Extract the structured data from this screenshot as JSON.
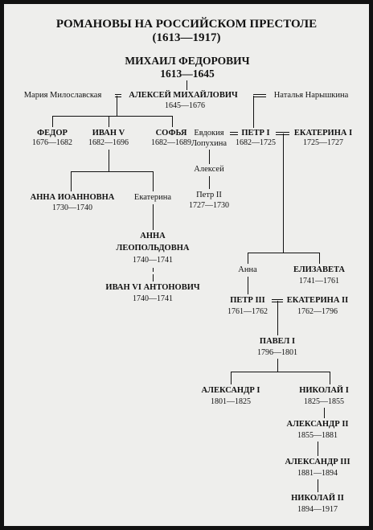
{
  "title": {
    "line1": "РОМАНОВЫ НА РОССИЙСКОМ ПРЕСТОЛЕ",
    "line2": "(1613—1917)"
  },
  "persons": {
    "mikhail": {
      "name": "МИХАИЛ ФЕДОРОВИЧ",
      "years": "1613—1645"
    },
    "maria": {
      "name": "Мария Милославская"
    },
    "alexei": {
      "name": "АЛЕКСЕЙ МИХАЙЛОВИЧ",
      "years": "1645—1676"
    },
    "natalia": {
      "name": "Наталья Нарышкина"
    },
    "fedor": {
      "name": "ФЕДОР",
      "years": "1676—1682"
    },
    "ivan5": {
      "name": "ИВАН V",
      "years": "1682—1696"
    },
    "sofia": {
      "name": "СОФЬЯ",
      "years": "1682—1689"
    },
    "evdokia": {
      "name1": "Евдокия",
      "name2": "Лопухина"
    },
    "peter1": {
      "name": "ПЕТР I",
      "years": "1682—1725"
    },
    "ekaterina1": {
      "name": "ЕКАТЕРИНА I",
      "years": "1725—1727"
    },
    "alexei_son": {
      "name": "Алексей"
    },
    "peter2": {
      "name": "Петр II",
      "years": "1727—1730"
    },
    "anna_ioannovna": {
      "name": "АННА ИОАННОВНА",
      "years": "1730—1740"
    },
    "ekaterina_iv": {
      "name": "Екатерина"
    },
    "anna_leop": {
      "name1": "АННА",
      "name2": "ЛЕОПОЛЬДОВНА",
      "years": "1740—1741"
    },
    "ivan6": {
      "name": "ИВАН VI АНТОНОВИЧ",
      "years": "1740—1741"
    },
    "anna_p": {
      "name": "Анна"
    },
    "elizaveta": {
      "name": "ЕЛИЗАВЕТА",
      "years": "1741—1761"
    },
    "peter3": {
      "name": "ПЕТР III",
      "years": "1761—1762"
    },
    "ekaterina2": {
      "name": "ЕКАТЕРИНА II",
      "years": "1762—1796"
    },
    "pavel1": {
      "name": "ПАВЕЛ I",
      "years": "1796—1801"
    },
    "alexander1": {
      "name": "АЛЕКСАНДР I",
      "years": "1801—1825"
    },
    "nikolai1": {
      "name": "НИКОЛАЙ I",
      "years": "1825—1855"
    },
    "alexander2": {
      "name": "АЛЕКСАНДР II",
      "years": "1855—1881"
    },
    "alexander3": {
      "name": "АЛЕКСАНДР III",
      "years": "1881—1894"
    },
    "nikolai2": {
      "name": "НИКОЛАЙ II",
      "years": "1894—1917"
    }
  }
}
